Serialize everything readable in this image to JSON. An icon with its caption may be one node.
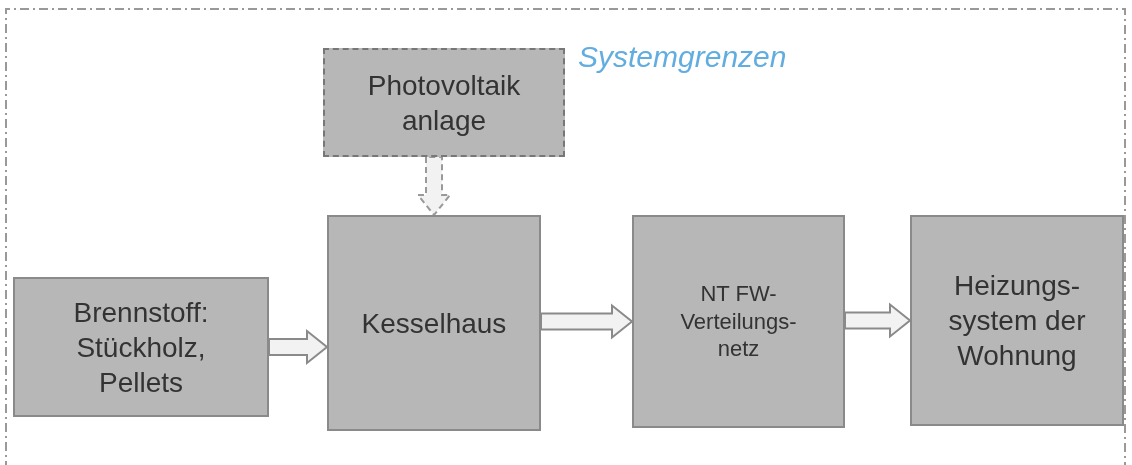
{
  "diagram": {
    "nodes": [
      {
        "text": [
          "Systemgrenzen"
        ]
      },
      {
        "text": [
          "Photovoltaik anlage"
        ],
        "in": 0
      },
      {
        "text": [
          "Brennstoff: Stückholz, Pellets"
        ],
        "in": 0
      },
      {
        "text": [
          "Kesselhaus"
        ],
        "in": 0
      },
      {
        "text": [
          "NT FW- Verteilungs- netz"
        ],
        "in": 0
      },
      {
        "text": [
          "Heizungs- system der Wohnung"
        ],
        "in": 0
      }
    ],
    "edges": [
      {
        "from": 1,
        "to": 3,
        "arrow": "to",
        "style": "dashed"
      },
      {
        "from": 2,
        "to": 3,
        "arrow": "to"
      },
      {
        "from": 3,
        "to": 4,
        "arrow": "to"
      },
      {
        "from": 4,
        "to": 5,
        "arrow": "to"
      }
    ]
  }
}
